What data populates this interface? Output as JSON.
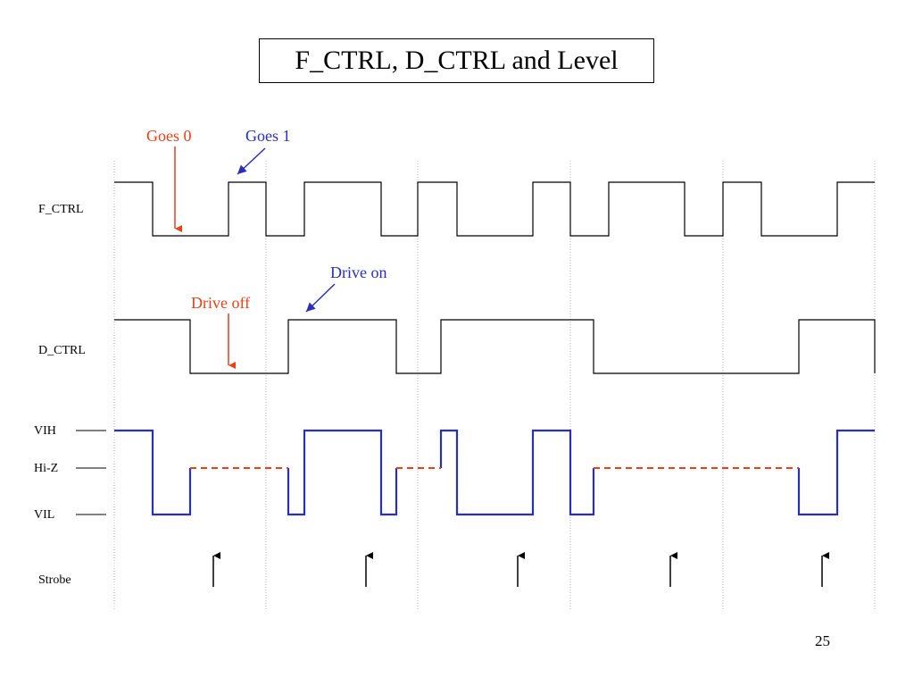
{
  "slide": {
    "title": "F_CTRL, D_CTRL and Level",
    "page_number": "25"
  },
  "signals": {
    "f_ctrl": "F_CTRL",
    "d_ctrl": "D_CTRL",
    "vih": "VIH",
    "hiz": "Hi-Z",
    "vil": "VIL",
    "strobe": "Strobe"
  },
  "annotations": {
    "goes0": "Goes 0",
    "goes1": "Goes 1",
    "drive_off": "Drive off",
    "drive_on": "Drive on"
  },
  "colors": {
    "black": "#000000",
    "red": "#e8411a",
    "blue": "#2a2fb8",
    "grid": "#b0b0b0"
  }
}
